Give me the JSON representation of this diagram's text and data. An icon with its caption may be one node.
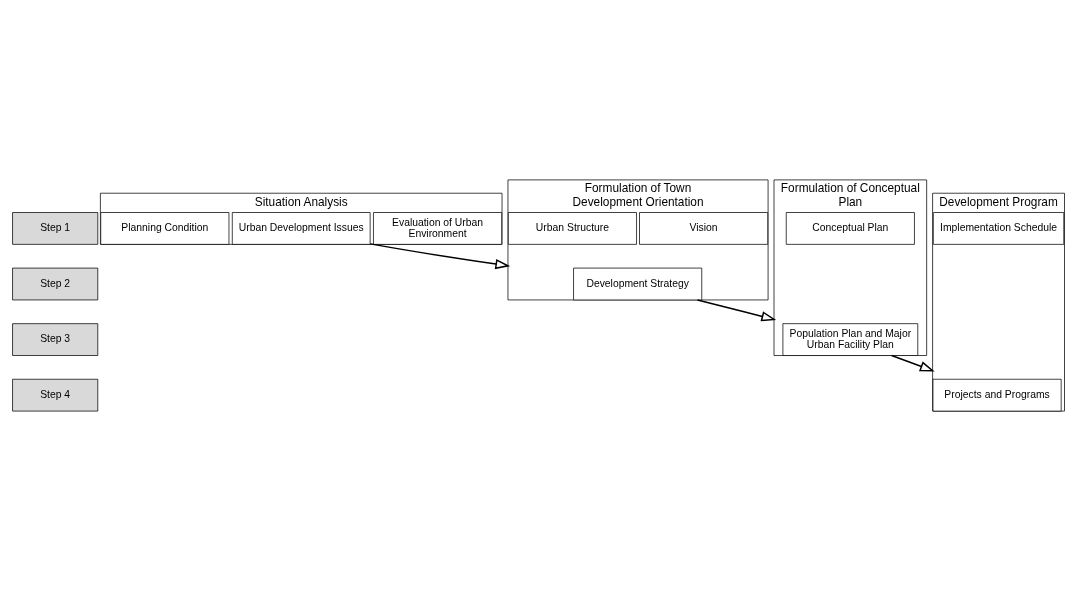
{
  "diagram": {
    "nodes": [
      {
        "text": [
          "Step 1"
        ]
      },
      {
        "text": [
          "Situation Analysis"
        ]
      },
      {
        "text": [
          "Evaluation of Urban Environment"
        ],
        "in": 1
      },
      {
        "text": [
          "Urban Development Issues"
        ],
        "in": 1
      },
      {
        "text": [
          "Planning Condition"
        ],
        "in": 1
      },
      {
        "text": [
          "Step 2"
        ]
      },
      {
        "text": [
          "Formulation of Town Development Orientation"
        ]
      },
      {
        "text": [
          "Vision"
        ],
        "in": 6
      },
      {
        "text": [
          "Development Strategy"
        ],
        "in": 6
      },
      {
        "text": [
          "Urban Structure"
        ],
        "in": 6
      },
      {
        "text": [
          "Step 3"
        ]
      },
      {
        "text": [
          "Formulation of Conceptual Plan"
        ]
      },
      {
        "text": [
          "Population Plan and Major Urban Facility Plan"
        ],
        "in": 11
      },
      {
        "text": [
          "Conceptual Plan"
        ],
        "in": 11
      },
      {
        "text": [
          "Step 4"
        ]
      },
      {
        "text": [
          "Development Program"
        ]
      },
      {
        "text": [
          "Projects and Programs"
        ],
        "in": 15
      },
      {
        "text": [
          "Implementation Schedule"
        ],
        "in": 15
      }
    ],
    "edges": [
      {
        "from": 1,
        "to": 6,
        "arrow": "to"
      },
      {
        "from": 6,
        "to": 11,
        "arrow": "to"
      },
      {
        "from": 11,
        "to": 15,
        "arrow": "to"
      }
    ]
  }
}
